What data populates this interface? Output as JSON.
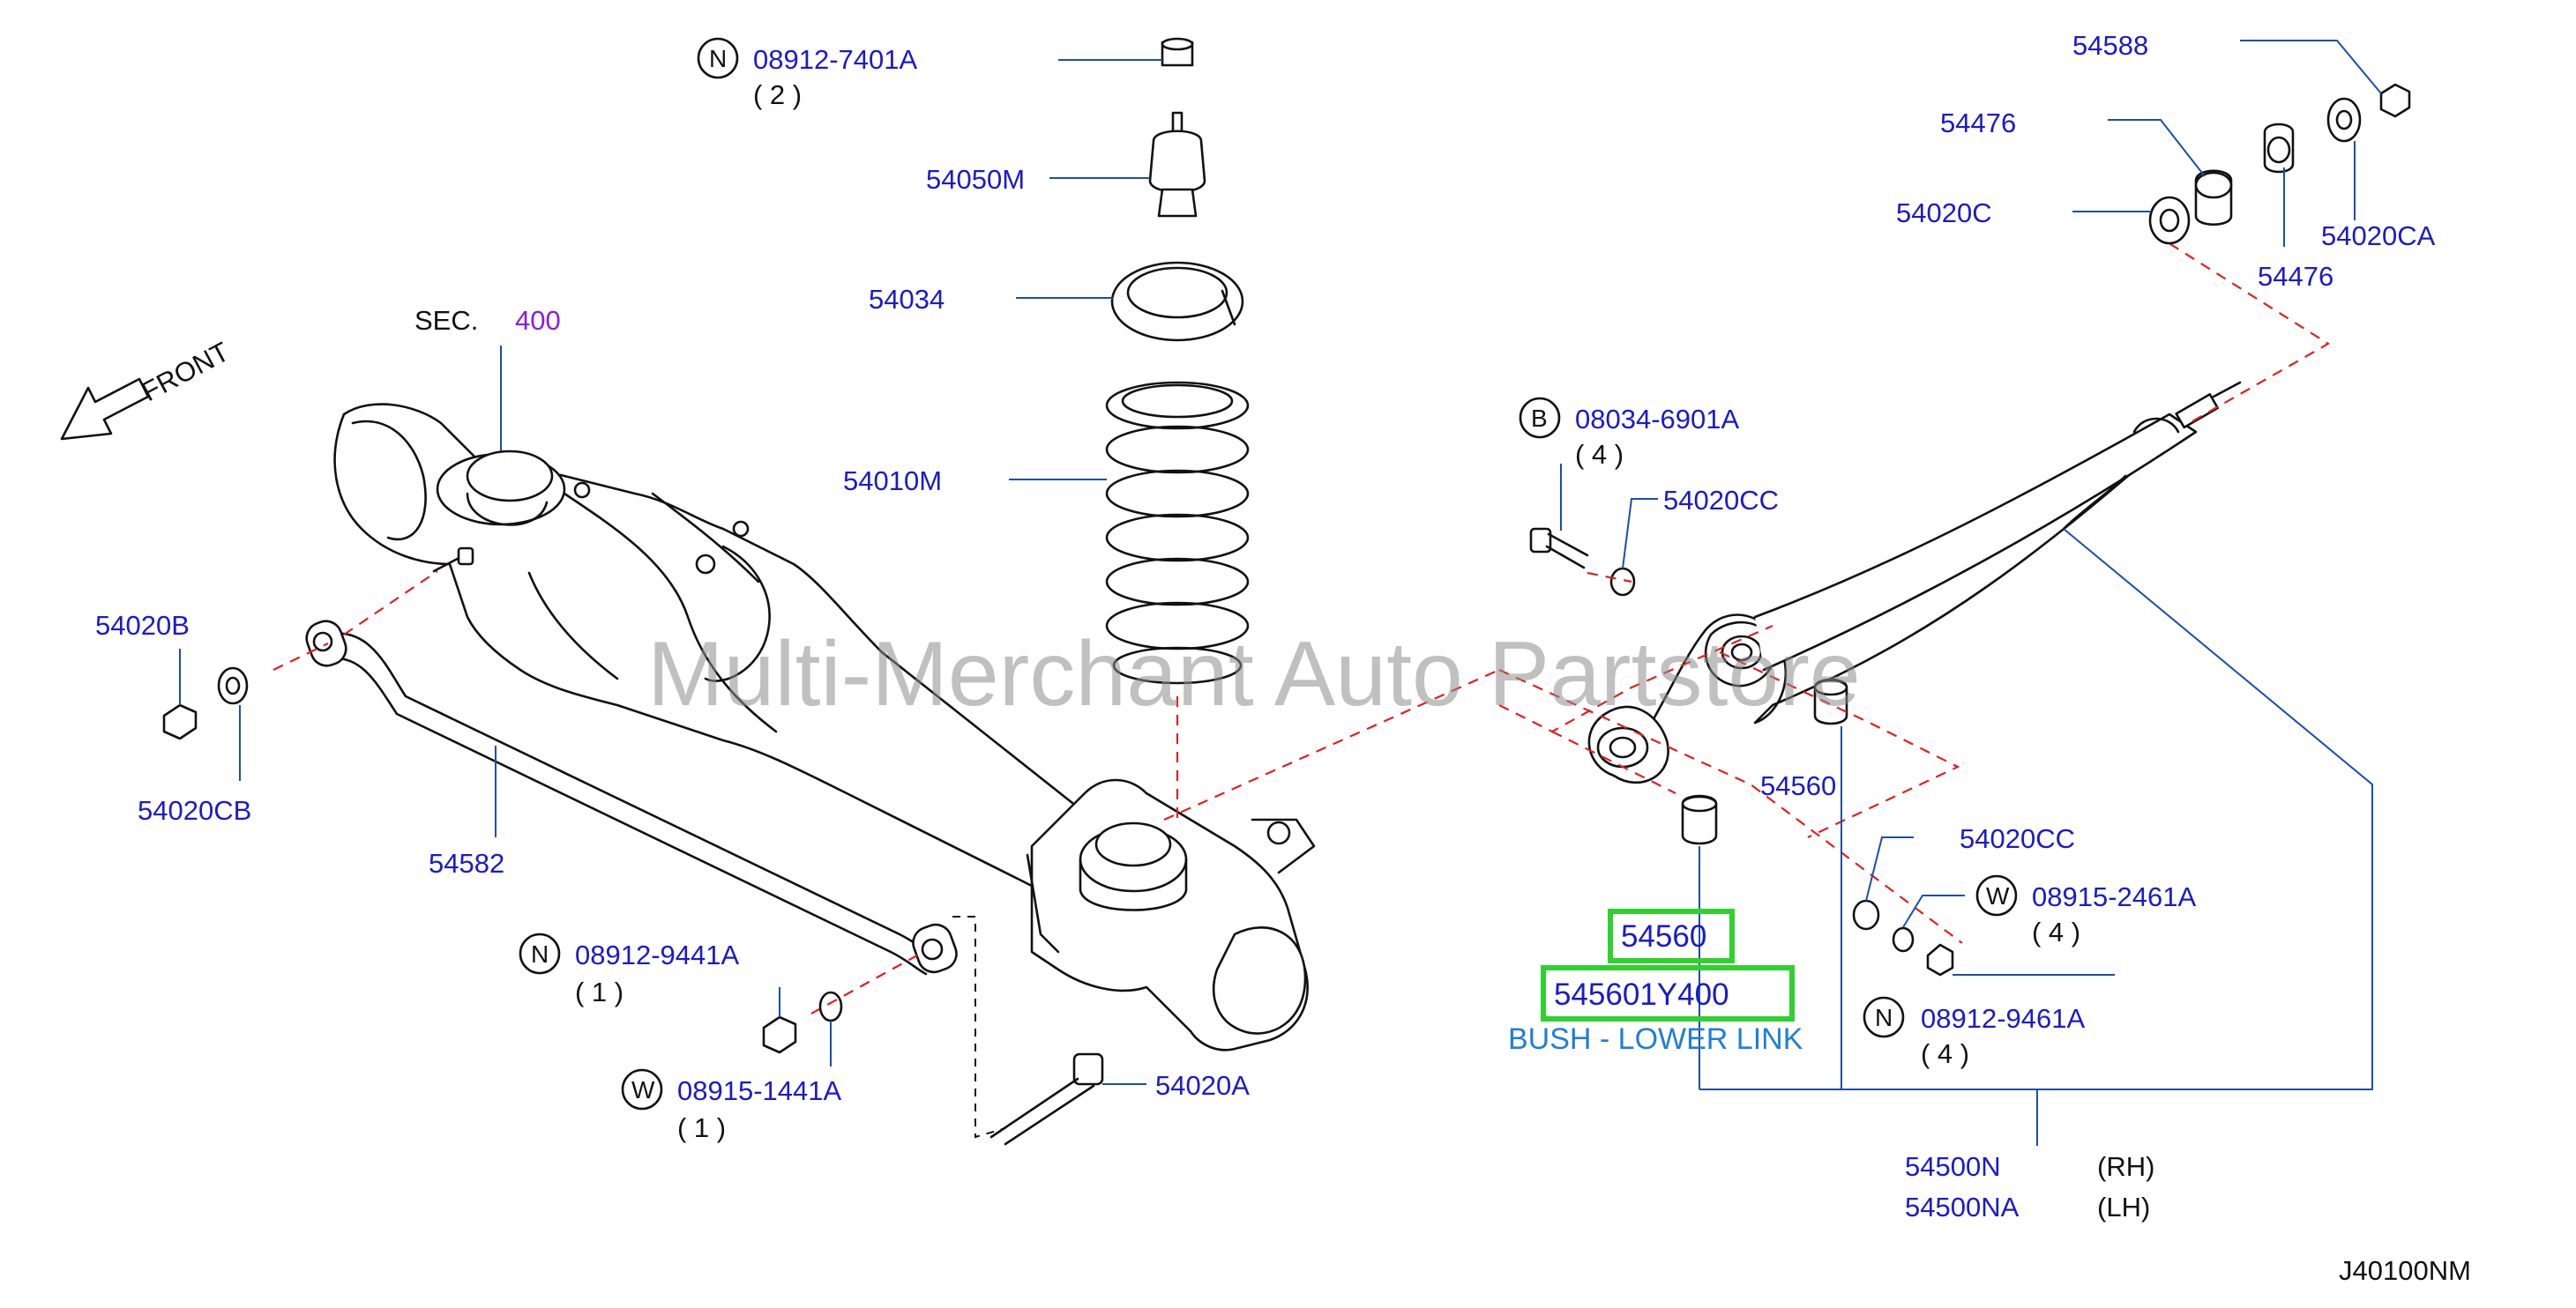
{
  "watermark": "Multi-Merchant Auto Partstore",
  "diagram_code": "J40100NM",
  "front_label": "FRONT",
  "section_ref": {
    "prefix": "SEC.",
    "number": "400"
  },
  "highlight": {
    "part_a": "54560",
    "part_b": "545601Y400",
    "description": "BUSH - LOWER LINK"
  },
  "callouts": {
    "n_08912_7401a": {
      "letter": "N",
      "part": "08912-7401A",
      "qty": "( 2 )"
    },
    "p_54050m": "54050M",
    "p_54034": "54034",
    "p_54010m": "54010M",
    "p_54020b": "54020B",
    "p_54020cb": "54020CB",
    "p_54582": "54582",
    "n_08912_9441a": {
      "letter": "N",
      "part": "08912-9441A",
      "qty": "( 1 )"
    },
    "w_08915_1441a": {
      "letter": "W",
      "part": "08915-1441A",
      "qty": "( 1 )"
    },
    "p_54020a": "54020A",
    "p_54588": "54588",
    "p_54476_top": "54476",
    "p_54020c": "54020C",
    "p_54020ca": "54020CA",
    "p_54476_bottom": "54476",
    "b_08034_6901a": {
      "letter": "B",
      "part": "08034-6901A",
      "qty": "( 4 )"
    },
    "p_54020cc_top": "54020CC",
    "p_54560_upper": "54560",
    "p_54020cc_bottom": "54020CC",
    "w_08915_2461a": {
      "letter": "W",
      "part": "08915-2461A",
      "qty": "( 4 )"
    },
    "n_08912_9461a": {
      "letter": "N",
      "part": "08912-9461A",
      "qty": "( 4 )"
    },
    "p_54500n": {
      "part": "54500N",
      "side": "(RH)"
    },
    "p_54500na": {
      "part": "54500NA",
      "side": "(LH)"
    }
  },
  "colors": {
    "part_number": "#1a1acc",
    "section_number": "#8a1fd6",
    "highlight_box": "#2ed12e",
    "description": "#1f7fd6",
    "red_dash": "#e02020",
    "leader_line": "#1a4fa8"
  }
}
